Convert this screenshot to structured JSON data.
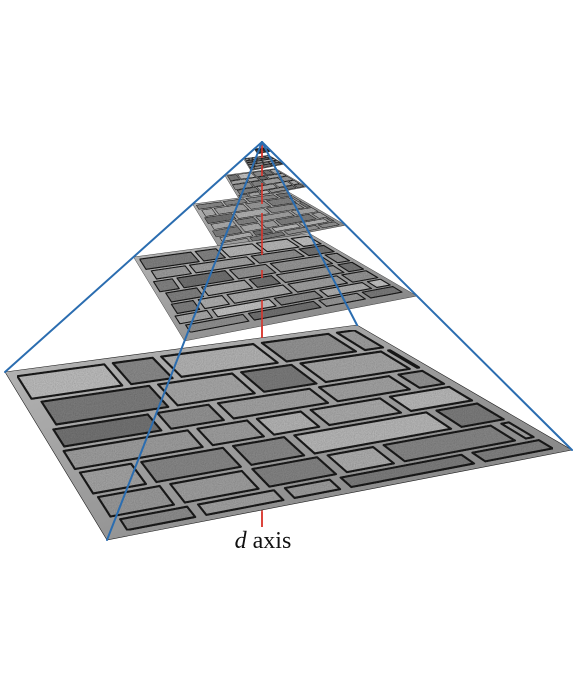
{
  "diagram": {
    "axis_label": {
      "variable": "d",
      "word": "axis"
    },
    "colors": {
      "pyramid_edges": "#2b6db0",
      "axis_line": "#d9342b",
      "stone_light": "#c9c9c9",
      "stone_mid": "#8f8f8f",
      "stone_dark": "#1e1e1e"
    },
    "mipmap_levels": 6
  }
}
